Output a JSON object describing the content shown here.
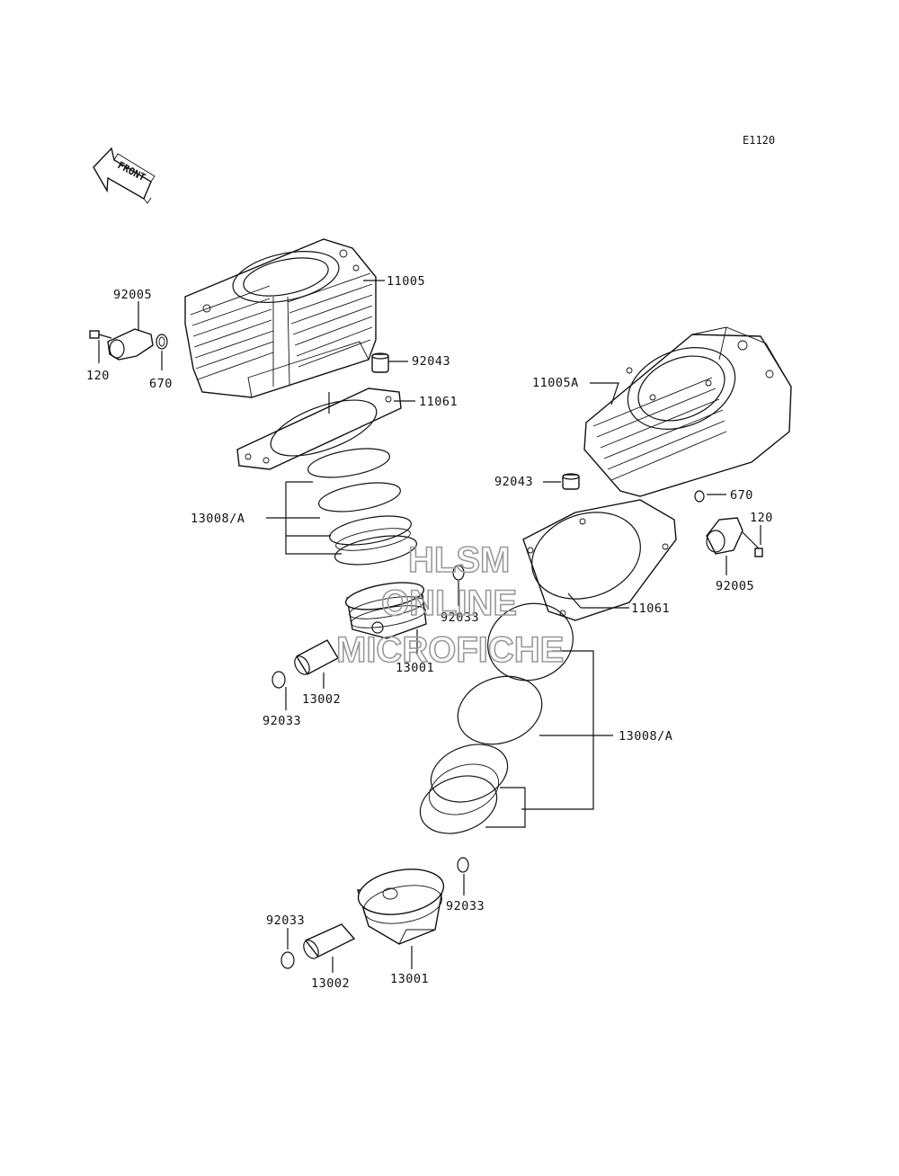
{
  "diagram_code": "E1120",
  "front_arrow_label": "FRONT",
  "watermark": [
    "HLSM",
    "ONLINE",
    "MICROFICHE"
  ],
  "labels": {
    "p11005": "11005",
    "p92005_left": "92005",
    "p120_left": "120",
    "p670_left": "670",
    "p92043_upper": "92043",
    "p11061_upper": "11061",
    "p13008A_upper": "13008/A",
    "p92033_upper": "92033",
    "p13001_upper": "13001",
    "p13002_upper": "13002",
    "p92033_left": "92033",
    "p11005A": "11005A",
    "p92043_lower": "92043",
    "p670_right": "670",
    "p120_right": "120",
    "p92005_right": "92005",
    "p11061_lower": "11061",
    "p13008A_lower": "13008/A",
    "p92033_right": "92033",
    "p92033_bottom": "92033",
    "p13002_bottom": "13002",
    "p13001_bottom": "13001"
  }
}
